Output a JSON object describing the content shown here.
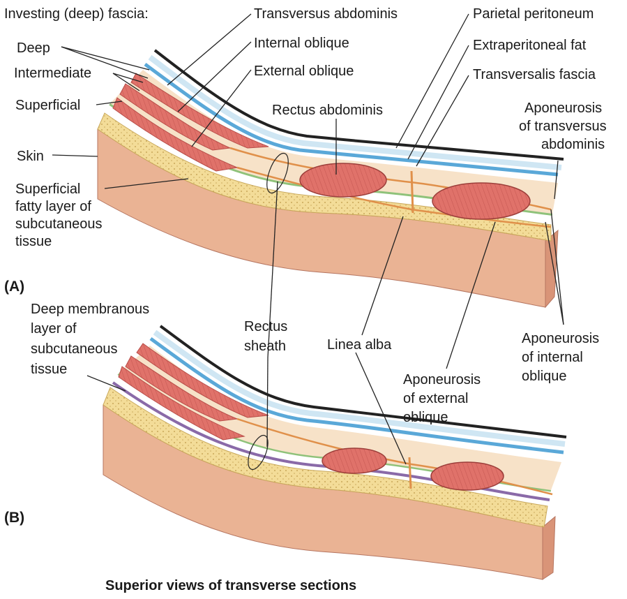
{
  "figure": {
    "caption": "Superior views of transverse sections",
    "panels": [
      {
        "id": "A",
        "label": "(A)"
      },
      {
        "id": "B",
        "label": "(B)"
      }
    ],
    "labels": {
      "investing_fascia": "Investing (deep) fascia:",
      "deep": "Deep",
      "intermediate": "Intermediate",
      "superficial": "Superficial",
      "skin": "Skin",
      "superficial_fatty": [
        "Superficial",
        "fatty layer of",
        "subcutaneous",
        "tissue"
      ],
      "transversus_abdominis": "Transversus abdominis",
      "internal_oblique": "Internal oblique",
      "external_oblique": "External oblique",
      "rectus_abdominis": "Rectus abdominis",
      "parietal_peritoneum": "Parietal peritoneum",
      "extraperitoneal_fat": "Extraperitoneal fat",
      "transversalis_fascia": "Transversalis fascia",
      "aponeurosis_transversus": [
        "Aponeurosis",
        "of transversus",
        "abdominis"
      ],
      "deep_membranous": [
        "Deep membranous",
        "layer of",
        "subcutaneous",
        "tissue"
      ],
      "rectus_sheath": [
        "Rectus",
        "sheath"
      ],
      "linea_alba": "Linea alba",
      "aponeurosis_external": [
        "Aponeurosis",
        "of external",
        "oblique"
      ],
      "aponeurosis_internal": [
        "Aponeurosis",
        "of internal",
        "oblique"
      ]
    },
    "colors": {
      "skin": "#eab394",
      "skin_dark": "#d99478",
      "fat": "#f3dc98",
      "fat_dots": "#c9a85a",
      "muscle": "#e0726a",
      "muscle_stripe": "#b84d48",
      "fascia_green": "#8fc27a",
      "fascia_blue": "#5aa8d8",
      "light_blue": "#cfe6f3",
      "peritoneum": "#222222",
      "membranous_purple": "#8a6aa8",
      "aponeurosis_orange": "#e0904a",
      "extraperitoneal": "#f7e2c8"
    }
  }
}
